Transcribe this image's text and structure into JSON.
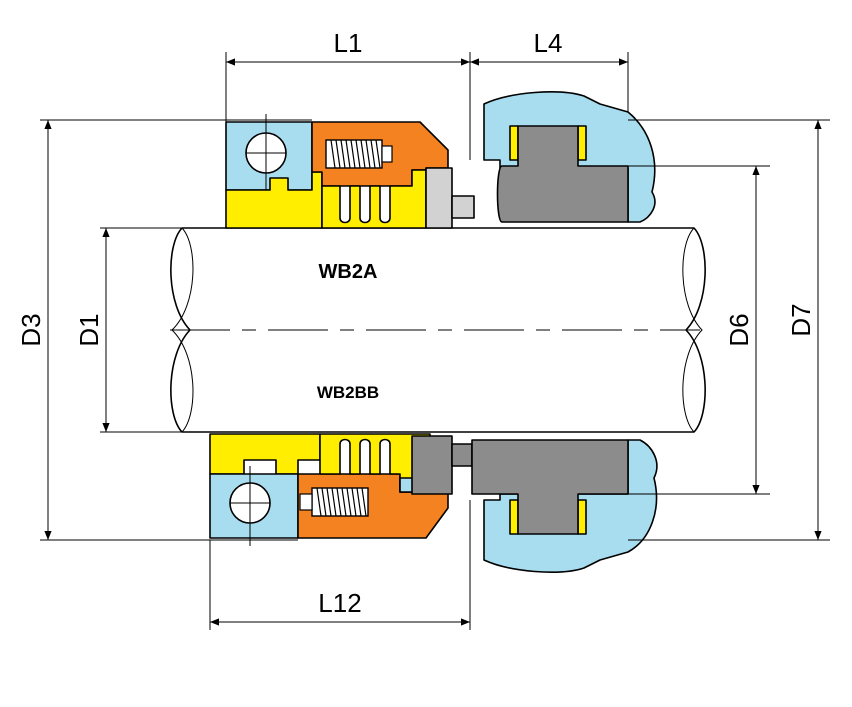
{
  "labels": {
    "L1": "L1",
    "L4": "L4",
    "L12": "L12",
    "D1": "D1",
    "D3": "D3",
    "D6": "D6",
    "D7": "D7",
    "top_variant": "WB2A",
    "bottom_variant": "WB2BB"
  },
  "colors": {
    "blue": "#a8ddf0",
    "yellow": "#ffee00",
    "orange": "#f58220",
    "gray": "#8c8c8c",
    "light_gray": "#d2d2d2",
    "white": "#ffffff"
  }
}
